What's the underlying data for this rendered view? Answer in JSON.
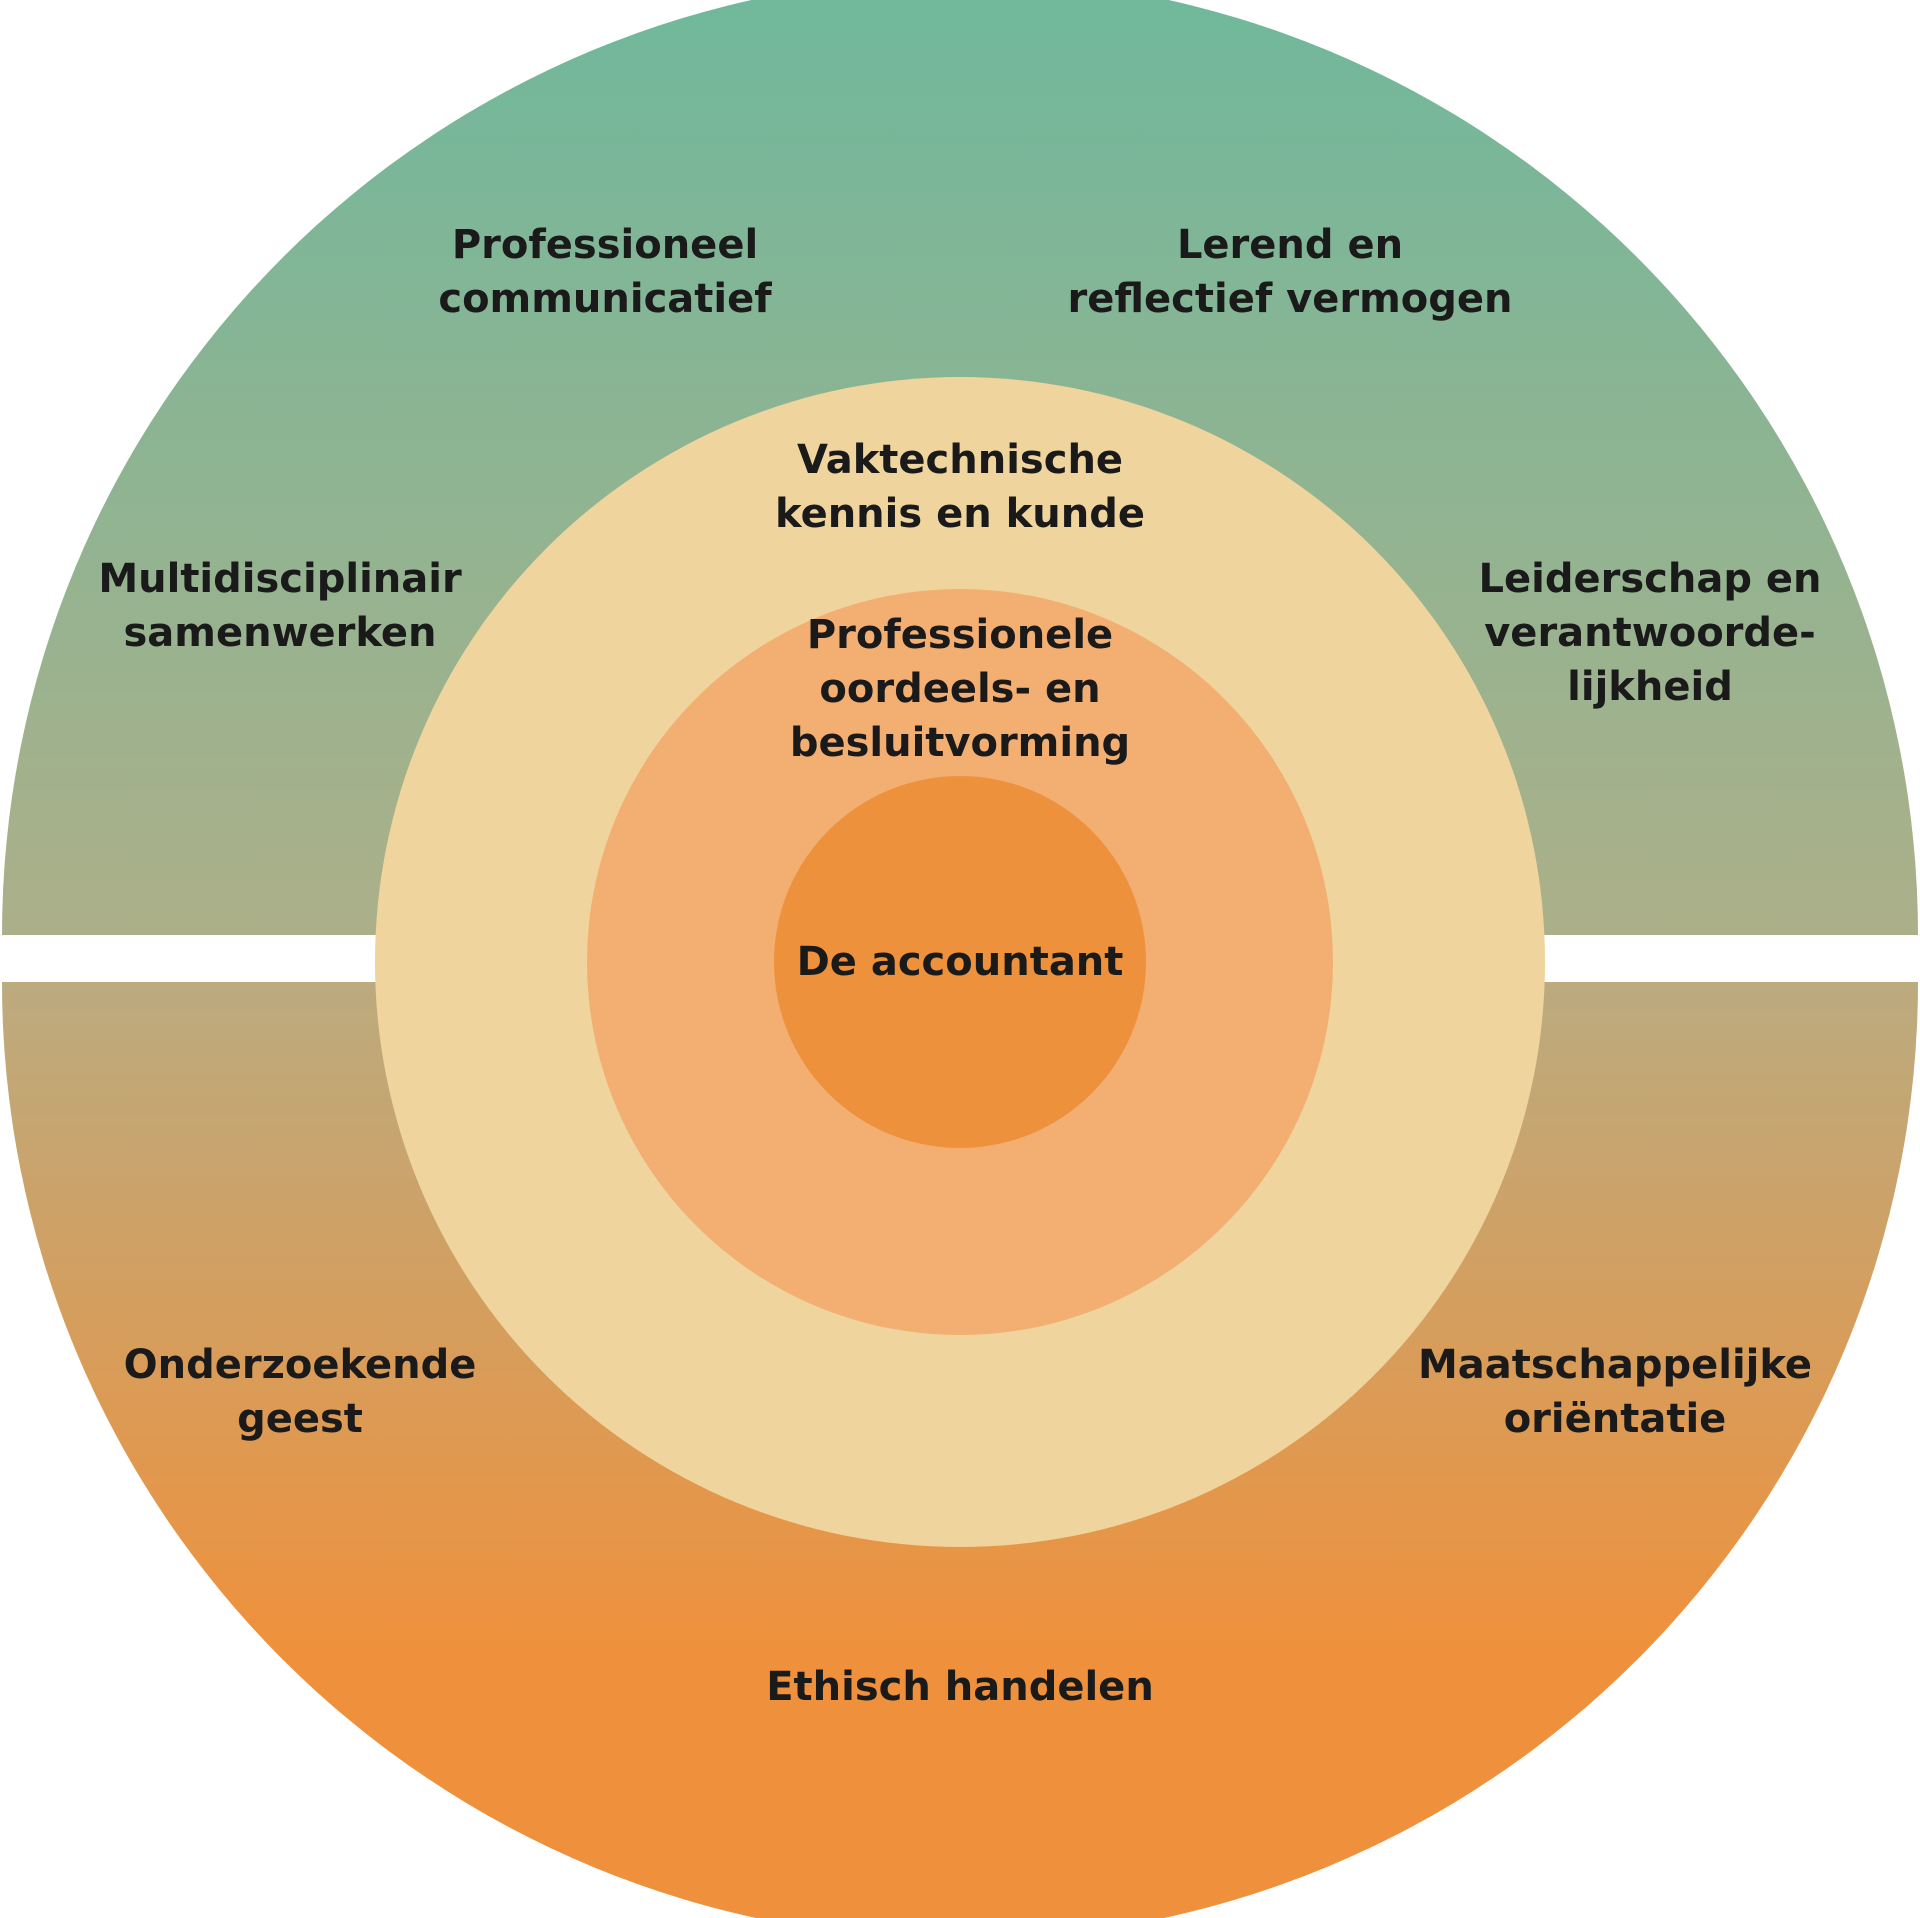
{
  "colors": {
    "outer_top_start": "#6fb89c",
    "outer_top_end": "#acb089",
    "outer_bottom_start": "#bbab7f",
    "outer_bottom_end": "#ef913c",
    "ring_knowledge": "#efd49d",
    "ring_judgement": "#f3ae72",
    "core": "#ee913c",
    "gap": "#ffffff",
    "text": "#1a1a1a"
  },
  "center": {
    "lines": [
      "De accountant"
    ]
  },
  "judgement_ring": {
    "lines": [
      "Professionele",
      "oordeels- en",
      "besluitvorming"
    ]
  },
  "knowledge_ring": {
    "lines": [
      "Vaktechnische",
      "kennis en kunde"
    ]
  },
  "outer_top": [
    {
      "lines": [
        "Professioneel",
        "communicatief"
      ]
    },
    {
      "lines": [
        "Lerend en",
        "reflectief vermogen"
      ]
    },
    {
      "lines": [
        "Multidisciplinair",
        "samenwerken"
      ]
    },
    {
      "lines": [
        "Leiderschap en",
        "verantwoorde-",
        "lijkheid"
      ]
    }
  ],
  "outer_bottom": [
    {
      "lines": [
        "Onderzoekende",
        "geest"
      ]
    },
    {
      "lines": [
        "Maatschappelijke",
        "oriëntatie"
      ]
    },
    {
      "lines": [
        "Ethisch handelen"
      ]
    }
  ]
}
